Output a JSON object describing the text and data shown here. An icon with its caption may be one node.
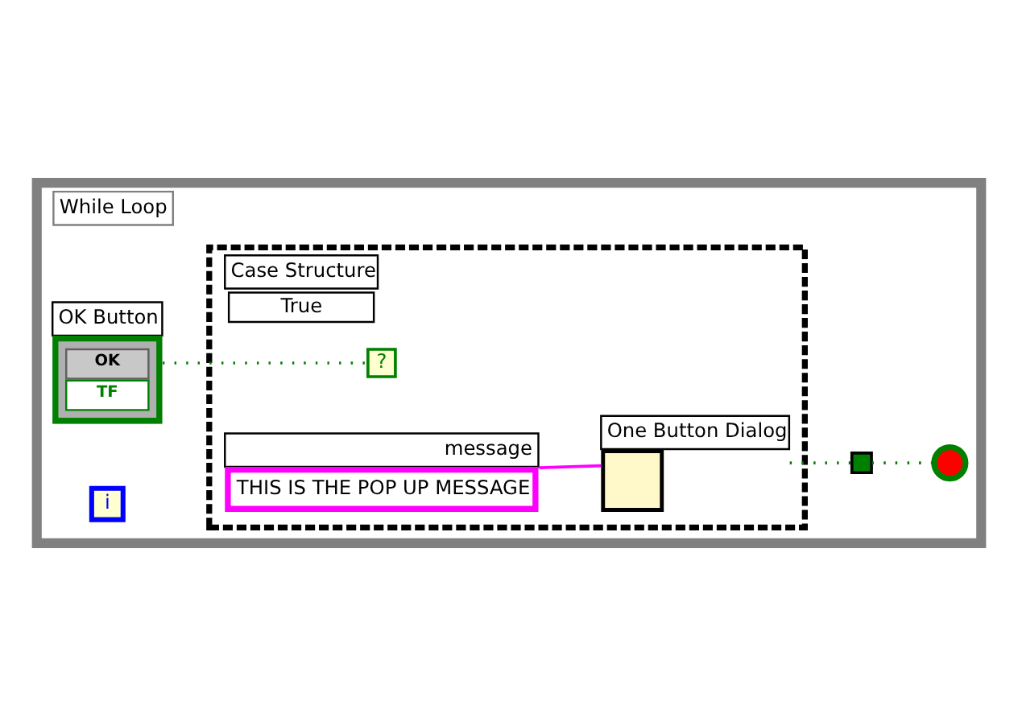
{
  "diagram": {
    "nodes": [
      {
        "text": [
          "While Loop"
        ]
      },
      {
        "text": [
          "Case Structure",
          "True"
        ],
        "in": 0
      },
      {
        "text": [
          "OK Button",
          "OK",
          "TF"
        ],
        "in": 0
      },
      {
        "text": [
          "?"
        ],
        "in": 1
      },
      {
        "text": [
          "message",
          "THIS IS THE POP UP MESSAGE"
        ],
        "in": 1
      },
      {
        "text": [
          "One Button Dialog"
        ],
        "in": 1
      },
      {
        "text": [],
        "shape": "box",
        "in": 0
      },
      {
        "text": [],
        "shape": "circle",
        "in": 0
      },
      {
        "text": [
          "i"
        ],
        "in": 0
      }
    ],
    "edges": [
      {
        "from": 2,
        "to": 3,
        "arrow": "none",
        "style": "dashed"
      },
      {
        "from": 4,
        "to": 5,
        "arrow": "none",
        "color": "#ff00ff"
      },
      {
        "from": 5,
        "to": 6,
        "arrow": "none",
        "style": "dashed"
      },
      {
        "from": 6,
        "to": 7,
        "arrow": "none",
        "style": "dashed"
      }
    ]
  }
}
